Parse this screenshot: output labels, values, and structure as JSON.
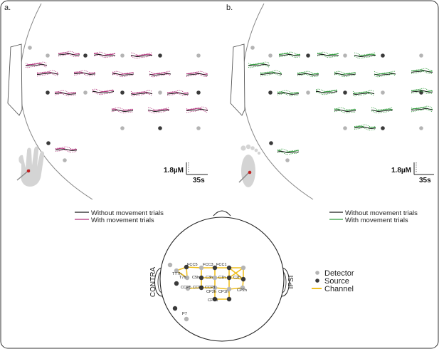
{
  "panel_a": {
    "label": "a.",
    "scale_label": "1.8µM",
    "time_label": "35s",
    "color_without": "#1a1a1a",
    "color_with": "#b0307a"
  },
  "panel_b": {
    "label": "b.",
    "scale_label": "1.8µM",
    "time_label": "35s",
    "color_without": "#1a1a1a",
    "color_with": "#2e9a3a"
  },
  "legend_a": {
    "without": "Without movement trials",
    "with": "With movement trials"
  },
  "legend_b": {
    "without": "Without movement trials",
    "with": "With movement trials"
  },
  "head": {
    "left_label": "CONTRA",
    "right_label": "IPSI",
    "channels": [
      "FCC5",
      "FCC3",
      "FCC1",
      "TT7h",
      "T7h",
      "C5h",
      "C3h",
      "C1h",
      "C2h",
      "CCP5",
      "CCP3",
      "CCP1",
      "CP3h",
      "CP1h",
      "CP2h",
      "CPP1",
      "P7"
    ]
  },
  "head_legend": {
    "detector": "Detector",
    "source": "Source",
    "channel": "Channel",
    "detector_color": "#b4b4b4",
    "source_color": "#3a3a3a",
    "channel_color": "#f0c020"
  }
}
